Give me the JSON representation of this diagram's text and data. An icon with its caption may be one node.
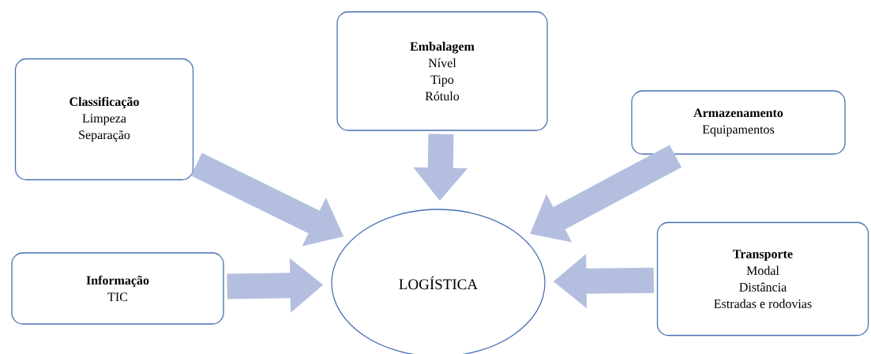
{
  "diagram": {
    "nodes": [
      {
        "text": [
          "Classificação",
          "Limpeza",
          "Separação"
        ]
      },
      {
        "text": [
          "Embalagem",
          "Nível",
          "Tipo",
          "Rótulo"
        ]
      },
      {
        "text": [
          "Armazenamento",
          "Equipamentos"
        ]
      },
      {
        "text": [
          "Informação",
          "TIC"
        ]
      },
      {
        "text": [
          "LOGÍSTICA"
        ]
      },
      {
        "text": [
          "Transporte",
          "Modal",
          "Distância",
          "Estradas e rodovias"
        ]
      }
    ],
    "edges": [
      {
        "from": 0,
        "to": 4,
        "arrow": "to"
      },
      {
        "from": 1,
        "to": 4,
        "arrow": "to"
      },
      {
        "from": 2,
        "to": 4,
        "arrow": "to"
      },
      {
        "from": 3,
        "to": 4,
        "arrow": "to"
      },
      {
        "from": 5,
        "to": 4,
        "arrow": "to"
      }
    ]
  }
}
